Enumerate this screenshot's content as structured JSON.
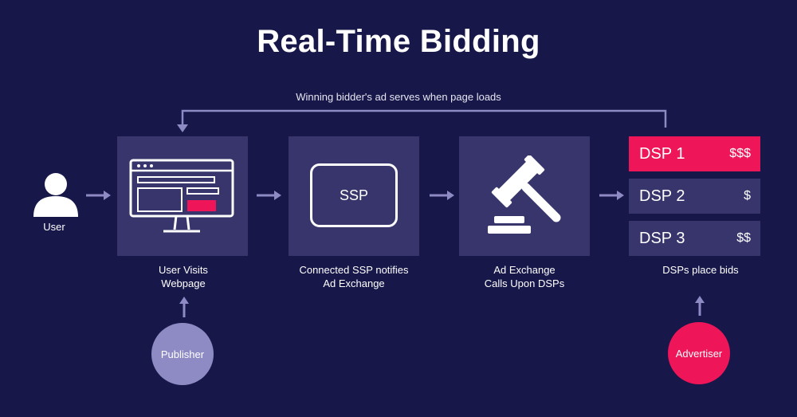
{
  "title": "Real-Time Bidding",
  "loop_note": "Winning bidder's ad serves when page loads",
  "user": {
    "label": "User"
  },
  "steps": [
    {
      "caption_line1": "User Visits",
      "caption_line2": "Webpage"
    },
    {
      "box_label": "SSP",
      "caption_line1": "Connected SSP notifies",
      "caption_line2": "Ad Exchange"
    },
    {
      "caption_line1": "Ad Exchange",
      "caption_line2": "Calls Upon DSPs"
    }
  ],
  "dsps": [
    {
      "name": "DSP 1",
      "price": "$$$",
      "winner": true
    },
    {
      "name": "DSP 2",
      "price": "$",
      "winner": false
    },
    {
      "name": "DSP 3",
      "price": "$$",
      "winner": false
    }
  ],
  "dsp_caption": "DSPs place bids",
  "publisher": {
    "label": "Publisher",
    "color": "#8e8ac4"
  },
  "advertiser": {
    "label": "Advertiser",
    "color": "#ee1558"
  },
  "colors": {
    "background": "#17174a",
    "panel": "#37356b",
    "accent": "#ee1558",
    "arrow": "#8e8ac4"
  },
  "icons": [
    "user-icon",
    "monitor-webpage-icon",
    "gavel-icon"
  ]
}
